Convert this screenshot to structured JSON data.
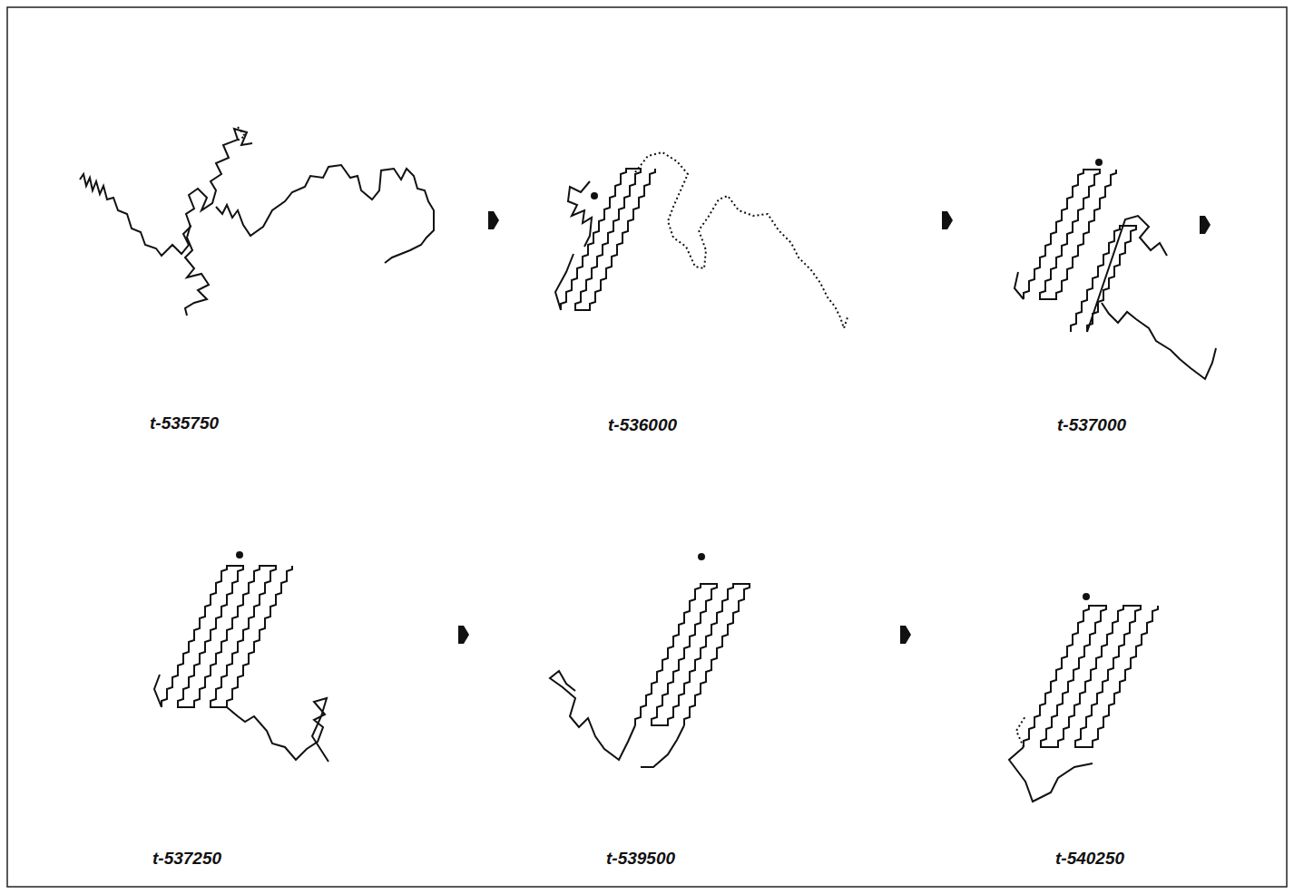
{
  "diagram": {
    "labels": [
      "t-535750",
      "t-536000",
      "t-537000",
      "t-537250",
      "t-539500",
      "t-540250"
    ]
  }
}
